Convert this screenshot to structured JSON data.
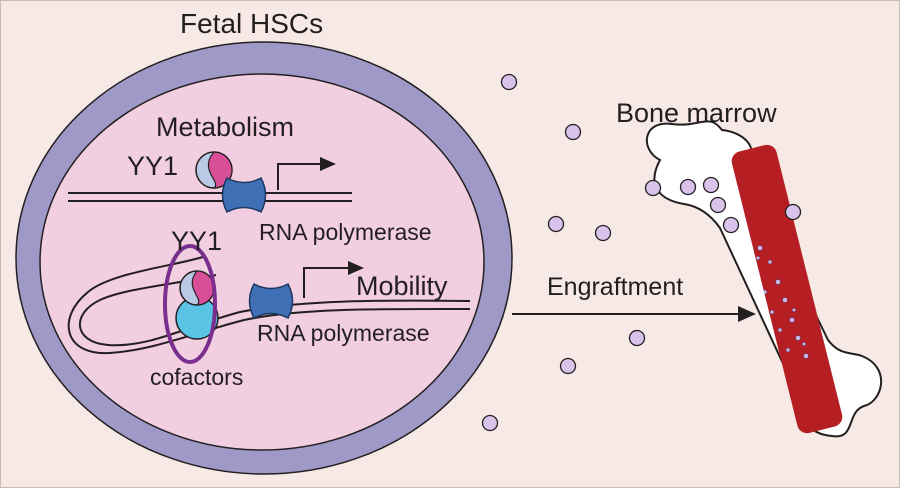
{
  "title": "Fetal HSCs",
  "labels": {
    "metabolism": "Metabolism",
    "yy1_top": "YY1",
    "yy1_loop": "YY1",
    "rna_pol_top": "RNA polymerase",
    "mobility": "Mobility",
    "rna_pol_bottom": "RNA polymerase",
    "cofactors": "cofactors",
    "engraftment": "Engraftment",
    "bone_marrow": "Bone marrow"
  },
  "colors": {
    "background": "#f7e9e5",
    "cell_membrane": "#9f99c8",
    "nucleus": "#f2cfe0",
    "rna_polymerase": "#3f6fb5",
    "yy1_light": "#b9c9e6",
    "yy1_pink": "#d94f97",
    "cofactor": "#5bc3e6",
    "cofactor_ring": "#7a2f8f",
    "marrow": "#b51f24",
    "particle": "#d9c3ea"
  }
}
